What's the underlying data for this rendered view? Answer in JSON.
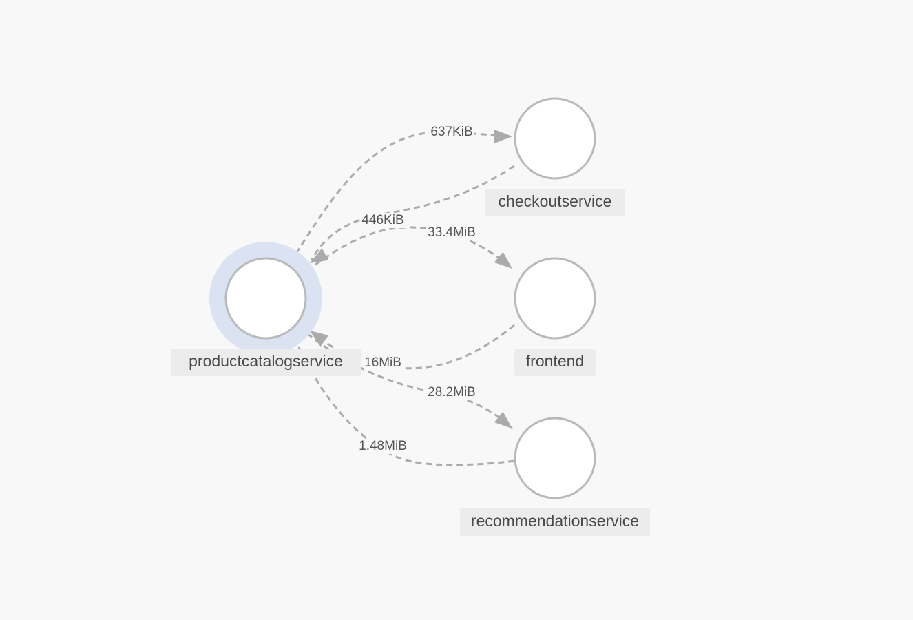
{
  "graph": {
    "selected_node": "productcatalogservice",
    "colors": {
      "background": "#f8f8f8",
      "edge": "#ababab",
      "node_stroke": "#b9b9b9",
      "node_fill": "#ffffff",
      "selected_halo": "#dbe3f3",
      "label_bg": "#ececec",
      "label_text": "#4a4a4a"
    },
    "nodes": [
      {
        "id": "productcatalogservice",
        "label": "productcatalogservice",
        "selected": true
      },
      {
        "id": "checkoutservice",
        "label": "checkoutservice",
        "selected": false
      },
      {
        "id": "frontend",
        "label": "frontend",
        "selected": false
      },
      {
        "id": "recommendationservice",
        "label": "recommendationservice",
        "selected": false
      }
    ],
    "edges": [
      {
        "id": "e-pc-to-checkout",
        "source": "productcatalogservice",
        "target": "checkoutservice",
        "label": "637KiB"
      },
      {
        "id": "e-checkout-to-pc",
        "source": "checkoutservice",
        "target": "productcatalogservice",
        "label": "446KiB"
      },
      {
        "id": "e-pc-to-frontend",
        "source": "productcatalogservice",
        "target": "frontend",
        "label": "33.4MiB"
      },
      {
        "id": "e-frontend-to-pc",
        "source": "frontend",
        "target": "productcatalogservice",
        "label": "16MiB"
      },
      {
        "id": "e-pc-to-reco",
        "source": "productcatalogservice",
        "target": "recommendationservice",
        "label": "28.2MiB"
      },
      {
        "id": "e-reco-to-pc",
        "source": "recommendationservice",
        "target": "productcatalogservice",
        "label": "1.48MiB"
      }
    ]
  }
}
